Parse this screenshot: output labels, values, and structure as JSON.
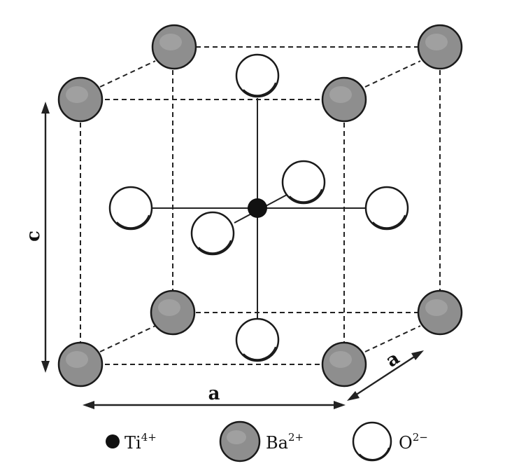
{
  "diagram": {
    "dimension_labels": {
      "c_axis": "c",
      "a_axis_front": "a",
      "a_axis_depth": "a"
    },
    "legend": [
      {
        "symbol": "Ti",
        "charge": "4+",
        "kind": "titanium"
      },
      {
        "symbol": "Ba",
        "charge": "2+",
        "kind": "barium"
      },
      {
        "symbol": "O",
        "charge": "2−",
        "kind": "oxygen"
      }
    ],
    "colors": {
      "ba_fill": "#8e8e8e",
      "o_fill": "#ffffff",
      "ti_fill": "#111111",
      "lines": "#222222"
    }
  }
}
